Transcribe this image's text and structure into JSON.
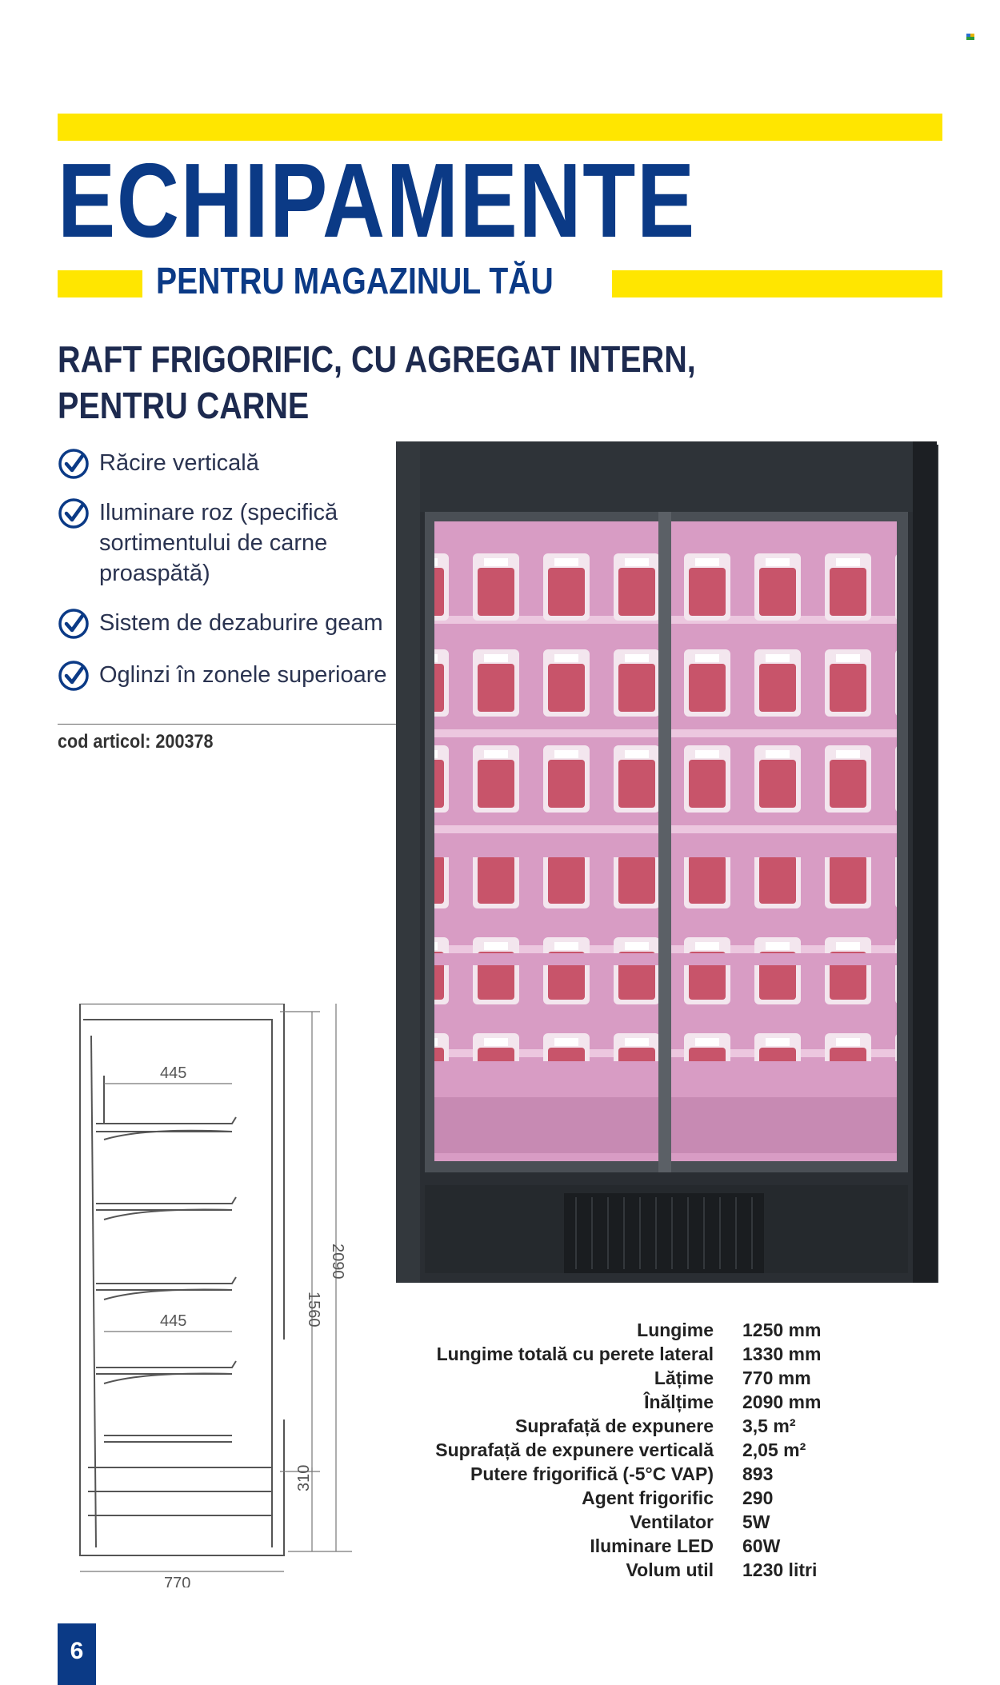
{
  "header": {
    "title": "ECHIPAMENTE",
    "subtitle": "PENTRU MAGAZINUL TĂU"
  },
  "product": {
    "title_line1": "RAFT FRIGORIFIC, CU AGREGAT INTERN,",
    "title_line2": "PENTRU CARNE",
    "features": [
      {
        "line1": "Răcire verticală",
        "line2": "",
        "line3": ""
      },
      {
        "line1": "Iluminare roz (specifică",
        "line2": "sortimentului de carne",
        "line3": "proaspătă)"
      },
      {
        "line1": "Sistem de dezaburire geam",
        "line2": "",
        "line3": ""
      },
      {
        "line1": "Oglinzi în zonele superioare",
        "line2": "",
        "line3": ""
      }
    ],
    "code": "cod articol: 200378"
  },
  "drawing": {
    "dims": {
      "top": "445",
      "mid": "445",
      "h_inner": "1560",
      "h_total": "2090",
      "h_base": "310",
      "width": "770"
    }
  },
  "specs": [
    {
      "label": "Lungime",
      "value": "1250 mm"
    },
    {
      "label": "Lungime totală cu perete lateral",
      "value": "1330 mm"
    },
    {
      "label": "Lățime",
      "value": "770 mm"
    },
    {
      "label": "Înălțime",
      "value": "2090 mm"
    },
    {
      "label": "Suprafață de expunere",
      "value": "3,5 m²"
    },
    {
      "label": "Suprafață de expunere verticală",
      "value": "2,05 m²"
    },
    {
      "label": "Putere frigorifică (-5°C VAP)",
      "value": "893"
    },
    {
      "label": "Agent frigorific",
      "value": "290"
    },
    {
      "label": "Ventilator",
      "value": "5W"
    },
    {
      "label": "Iluminare LED",
      "value": "60W"
    },
    {
      "label": "Volum util",
      "value": "1230 litri"
    }
  ],
  "footer": {
    "page_number": "6"
  },
  "colors": {
    "yellow": "#ffe600",
    "blue": "#0b3a86",
    "fridge": "#2b2f33",
    "shelf_pink": "#e8b9d6"
  }
}
